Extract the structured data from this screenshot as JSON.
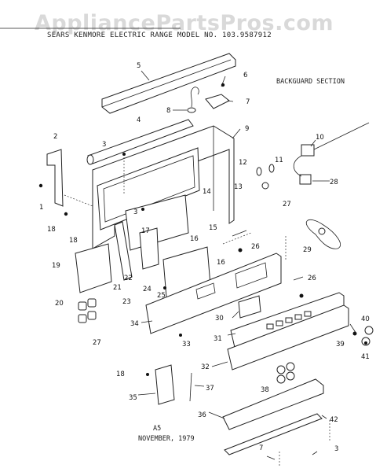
{
  "watermark": "AppliancePartsPros.com",
  "header": "SEARS KENMORE ELECTRIC RANGE MODEL NO. 103.9587912",
  "section_title": "BACKGUARD SECTION",
  "figure_code": "A5",
  "date": "NOVEMBER, 1979",
  "part_labels": [
    "1",
    "2",
    "3",
    "3",
    "3",
    "4",
    "5",
    "6",
    "7",
    "7",
    "8",
    "9",
    "10",
    "11",
    "12",
    "13",
    "14",
    "15",
    "16",
    "16",
    "17",
    "18",
    "18",
    "18",
    "19",
    "20",
    "21",
    "22",
    "23",
    "24",
    "25",
    "26",
    "26",
    "27",
    "27",
    "28",
    "29",
    "30",
    "31",
    "32",
    "33",
    "34",
    "35",
    "36",
    "37",
    "38",
    "39",
    "40",
    "41",
    "42"
  ]
}
